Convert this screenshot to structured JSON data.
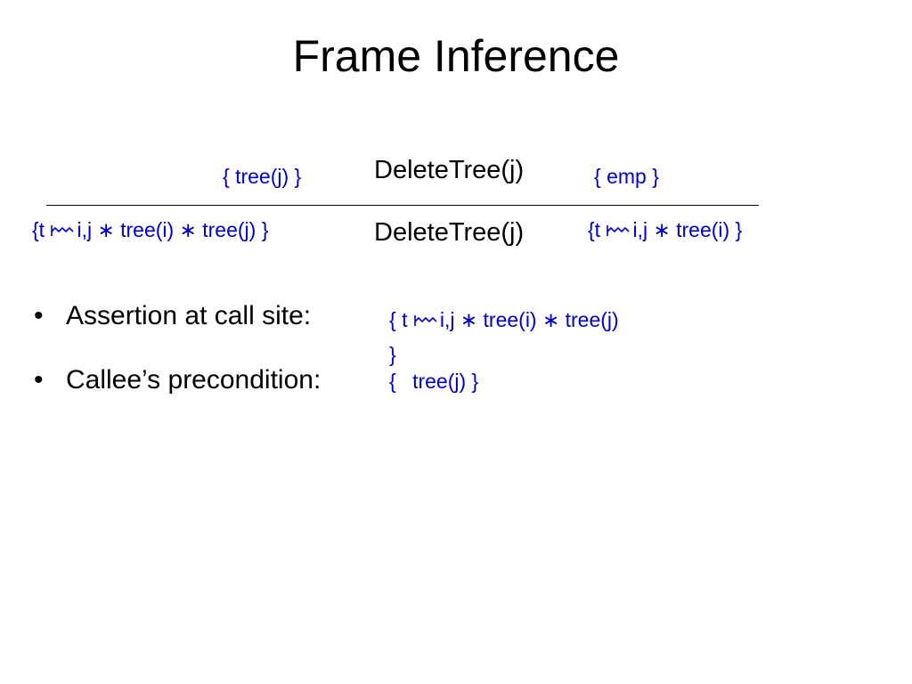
{
  "slide": {
    "title": "Frame Inference",
    "premise": {
      "pre": "{ tree(j)  }",
      "command": "DeleteTree(j)",
      "post": "{ emp  }"
    },
    "conclusion": {
      "pre_open": "{t ",
      "pre_rest": "i,j ∗ tree(i) ∗ tree(j)   }",
      "command": "DeleteTree(j)",
      "post_open": "{t ",
      "post_rest": "i,j ∗ tree(i) }"
    },
    "bullets": [
      {
        "label": "Assertion at call site:",
        "value_open": "{ t ",
        "value_rest": "i,j ∗ tree(i) ∗ tree(j)",
        "value_close": "}"
      },
      {
        "label": "Callee’s precondition:",
        "value_open": "{",
        "value_rest": "tree(j)  }"
      }
    ],
    "colors": {
      "assertion": "#0000cc",
      "text": "#000000",
      "rule": "#000000"
    },
    "icons": {
      "bullet": "bullet-dot",
      "points_to": "points-to-symbol"
    }
  }
}
